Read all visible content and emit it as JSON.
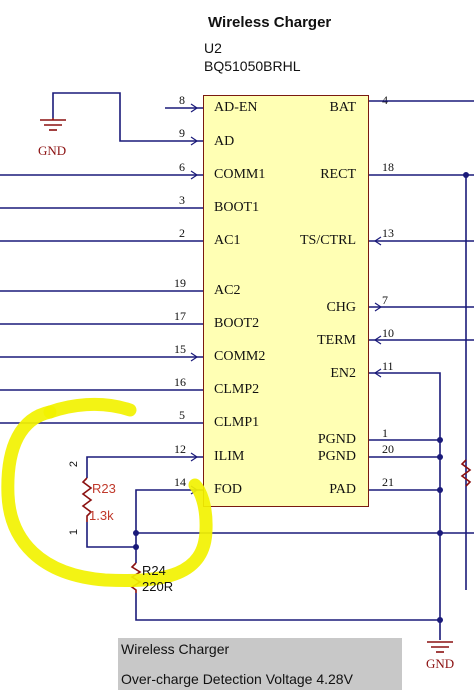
{
  "title": "Wireless Charger",
  "ic": {
    "refdes": "U2",
    "part": "BQ51050BRHL"
  },
  "left_pins": [
    {
      "num": "8",
      "name": "AD-EN"
    },
    {
      "num": "9",
      "name": "AD"
    },
    {
      "num": "6",
      "name": "COMM1"
    },
    {
      "num": "3",
      "name": "BOOT1"
    },
    {
      "num": "2",
      "name": "AC1"
    },
    {
      "num": "19",
      "name": "AC2"
    },
    {
      "num": "17",
      "name": "BOOT2"
    },
    {
      "num": "15",
      "name": "COMM2"
    },
    {
      "num": "16",
      "name": "CLMP2"
    },
    {
      "num": "5",
      "name": "CLMP1"
    },
    {
      "num": "12",
      "name": "ILIM"
    },
    {
      "num": "14",
      "name": "FOD"
    }
  ],
  "right_pins": [
    {
      "num": "4",
      "name": "BAT"
    },
    {
      "num": "18",
      "name": "RECT"
    },
    {
      "num": "13",
      "name": "TS/CTRL"
    },
    {
      "num": "7",
      "name": "CHG"
    },
    {
      "num": "10",
      "name": "TERM"
    },
    {
      "num": "11",
      "name": "EN2"
    },
    {
      "num": "1",
      "name": "PGND"
    },
    {
      "num": "20",
      "name": "PGND"
    },
    {
      "num": "21",
      "name": "PAD"
    }
  ],
  "ground_labels": [
    "GND",
    "GND"
  ],
  "resistors": [
    {
      "ref": "R23",
      "value": "1.3k",
      "pins": [
        "2",
        "1"
      ]
    },
    {
      "ref": "R24",
      "value": "220R"
    }
  ],
  "note": {
    "line1": "Wireless Charger",
    "line2": "Over-charge Detection Voltage 4.28V"
  },
  "colors": {
    "wire": "#1a1a7a",
    "chip_fill": "#ffffb4",
    "chip_border": "#7a1a10",
    "highlight": "#f2f200",
    "resistor_label": "#c0392b",
    "gnd": "#8b1010",
    "note_bg": "#c8c8c8"
  }
}
